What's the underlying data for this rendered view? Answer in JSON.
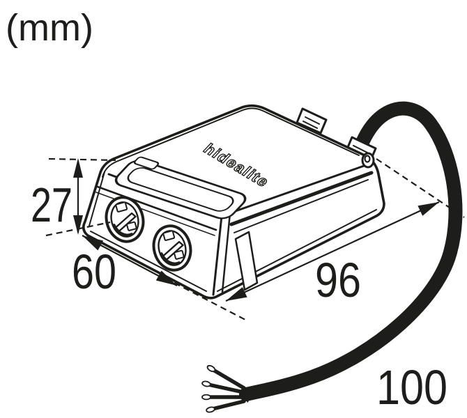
{
  "unit_label": "(mm)",
  "device": {
    "brand_label": "hidealite"
  },
  "dimensions": {
    "height": "27",
    "depth": "60",
    "length": "96",
    "cable_length": "100"
  },
  "colors": {
    "ink": "#1d1d1b",
    "background": "#ffffff"
  }
}
